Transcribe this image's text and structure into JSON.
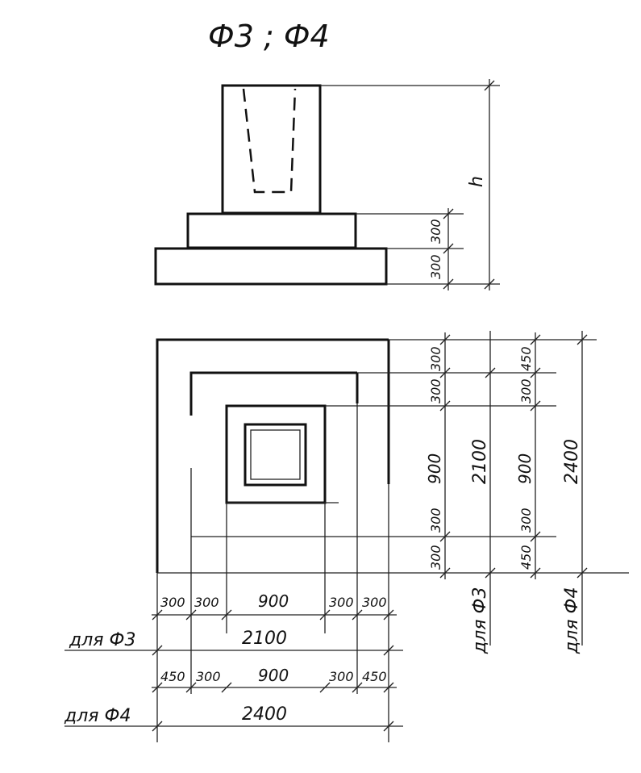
{
  "title": "Ф3 ; Ф4",
  "side_view": {
    "height_label": "h",
    "step_dims": [
      "300",
      "300"
    ]
  },
  "plan_view": {
    "right_f3": {
      "row1": [
        "300",
        "300",
        "900",
        "300",
        "300"
      ],
      "total": "2100",
      "label": "для Ф3"
    },
    "right_f4": {
      "row1": [
        "450",
        "300",
        "900",
        "300",
        "450"
      ],
      "total": "2400",
      "label": "для Ф4"
    },
    "bottom_f3": {
      "row1": [
        "300",
        "300",
        "900",
        "300",
        "300"
      ],
      "total": "2100",
      "label": "для Ф3"
    },
    "bottom_f4": {
      "row1": [
        "450",
        "300",
        "900",
        "300",
        "450"
      ],
      "total": "2400",
      "label": "для Ф4"
    }
  }
}
